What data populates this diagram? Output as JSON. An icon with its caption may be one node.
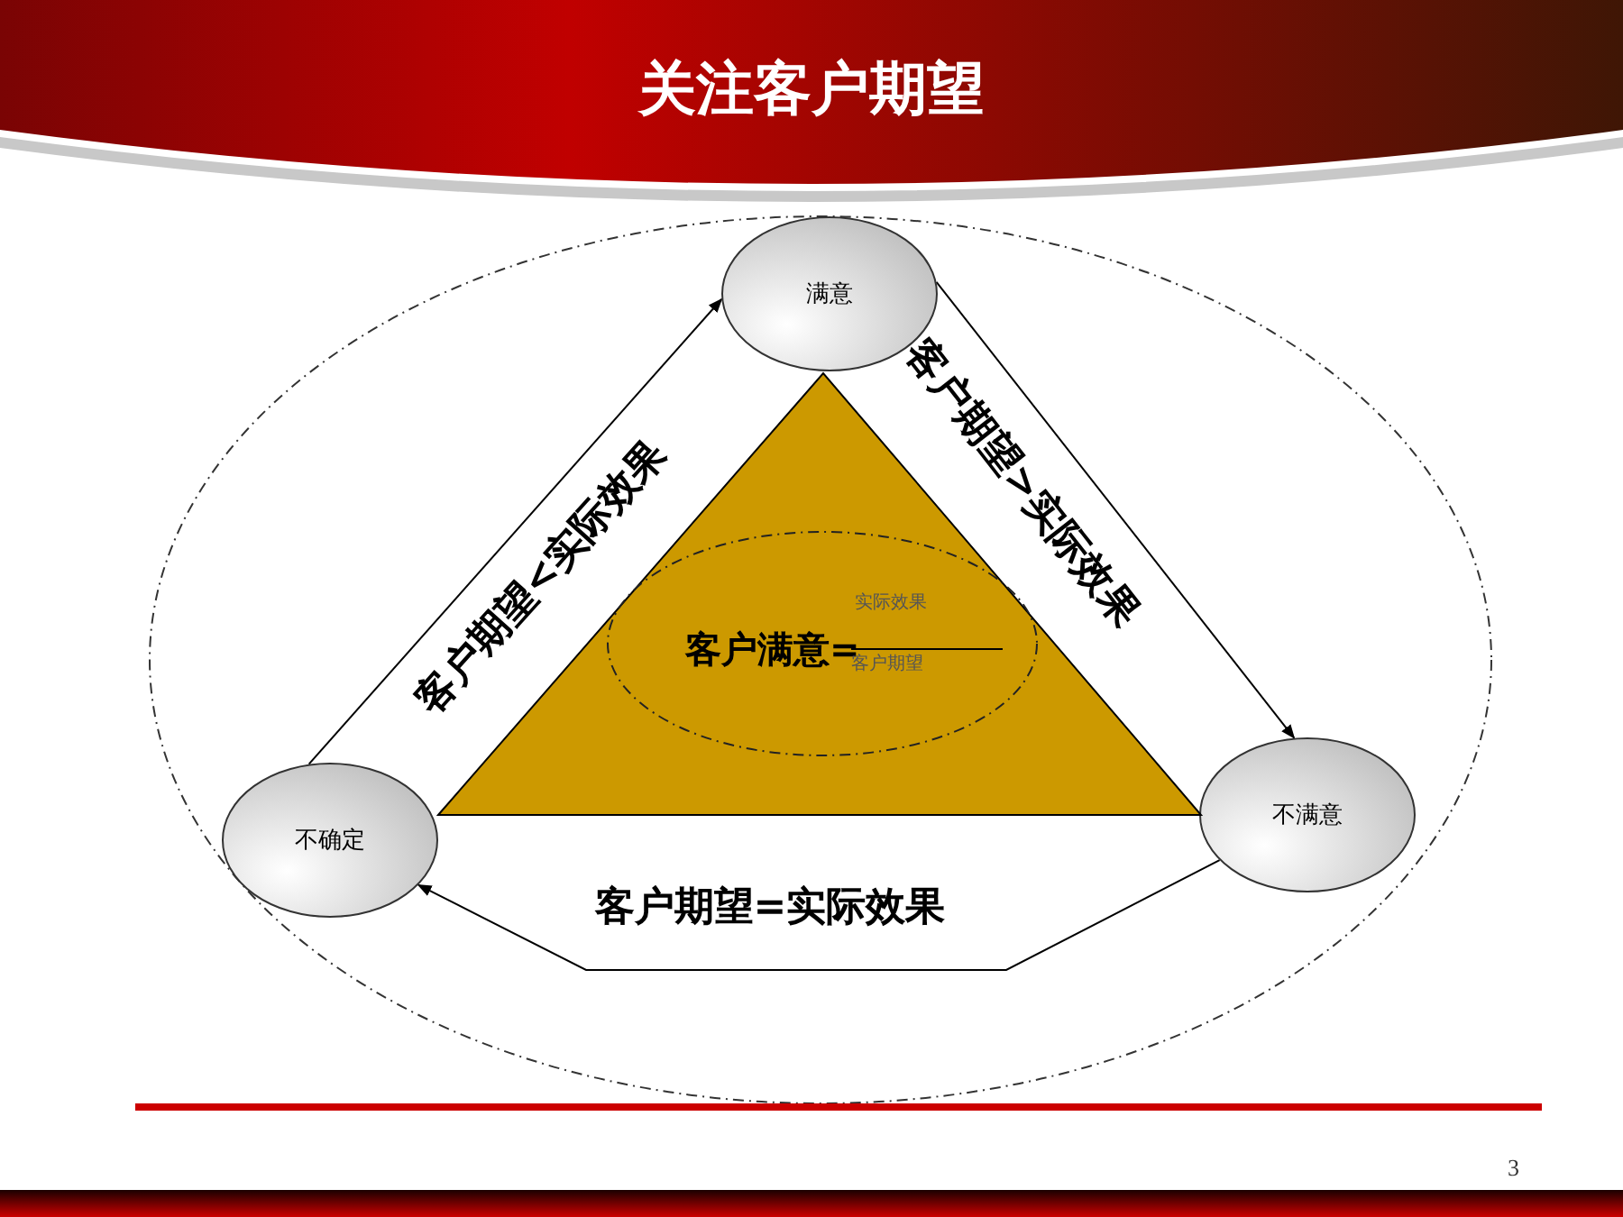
{
  "diagram": {
    "title": "关注客户期望",
    "nodes": [
      {
        "text": [
          "满意"
        ]
      },
      {
        "text": [
          "不确定"
        ]
      },
      {
        "text": [
          "不满意"
        ]
      },
      {
        "text": [],
        "shape": "triangle"
      },
      {
        "text": [
          "实际效果",
          "客户满意=",
          "客户期望"
        ],
        "in": 3
      }
    ],
    "edges": [
      {
        "from": 1,
        "to": 0,
        "arrow": "to",
        "label": "客户期望<实际效果"
      },
      {
        "from": 0,
        "to": 2,
        "arrow": "to",
        "label": "客户期望>实际效果"
      },
      {
        "from": 2,
        "to": 1,
        "arrow": "to",
        "label": "客户期望=实际效果"
      }
    ],
    "labels": [
      "3"
    ]
  }
}
